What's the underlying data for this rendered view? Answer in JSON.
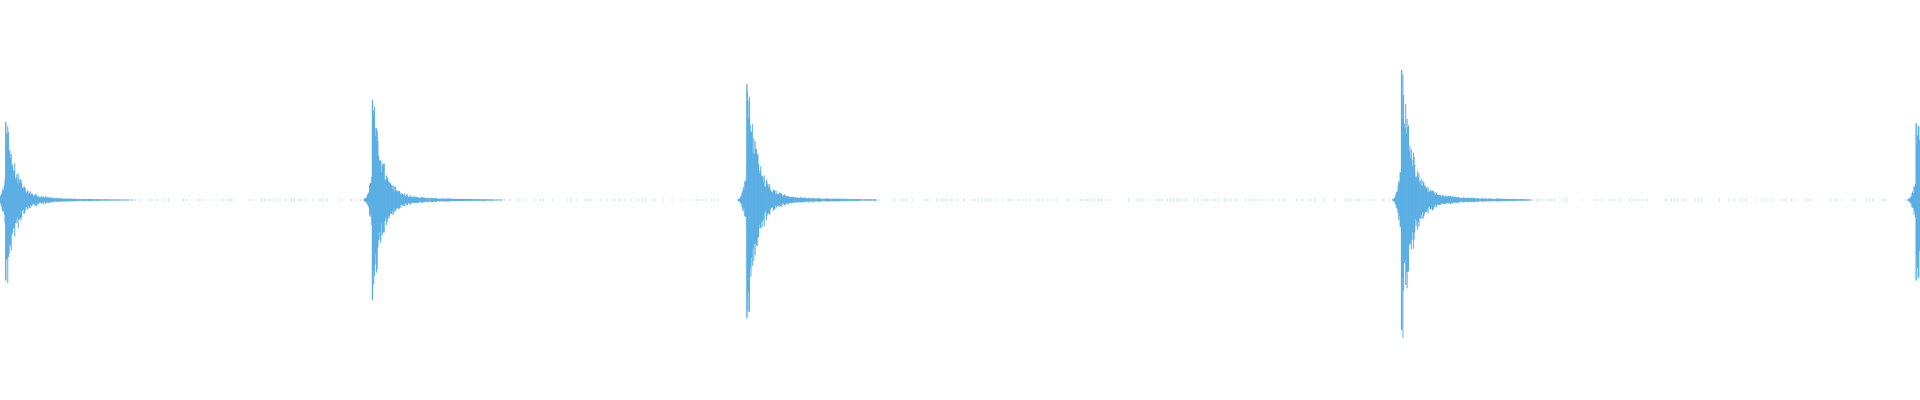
{
  "colors": {
    "background": "#ffffff",
    "waveform": "#5aaee3"
  },
  "chart_data": {
    "type": "line",
    "title": "",
    "xlabel": "",
    "ylabel": "",
    "xlim": [
      0,
      1
    ],
    "ylim": [
      -1,
      1
    ],
    "grid": false,
    "legend": "none",
    "baseline_y": 0,
    "series": [
      {
        "kind": "waveform-transients",
        "events": [
          {
            "t": 0.003,
            "peak": 0.6,
            "trough": -0.62
          },
          {
            "t": 0.194,
            "peak": 0.77,
            "trough": -0.77
          },
          {
            "t": 0.389,
            "peak": 0.89,
            "trough": -0.91
          },
          {
            "t": 0.73,
            "peak": 1.0,
            "trough": -1.0
          },
          {
            "t": 0.998,
            "peak": 0.59,
            "trough": -0.62
          }
        ]
      }
    ]
  }
}
